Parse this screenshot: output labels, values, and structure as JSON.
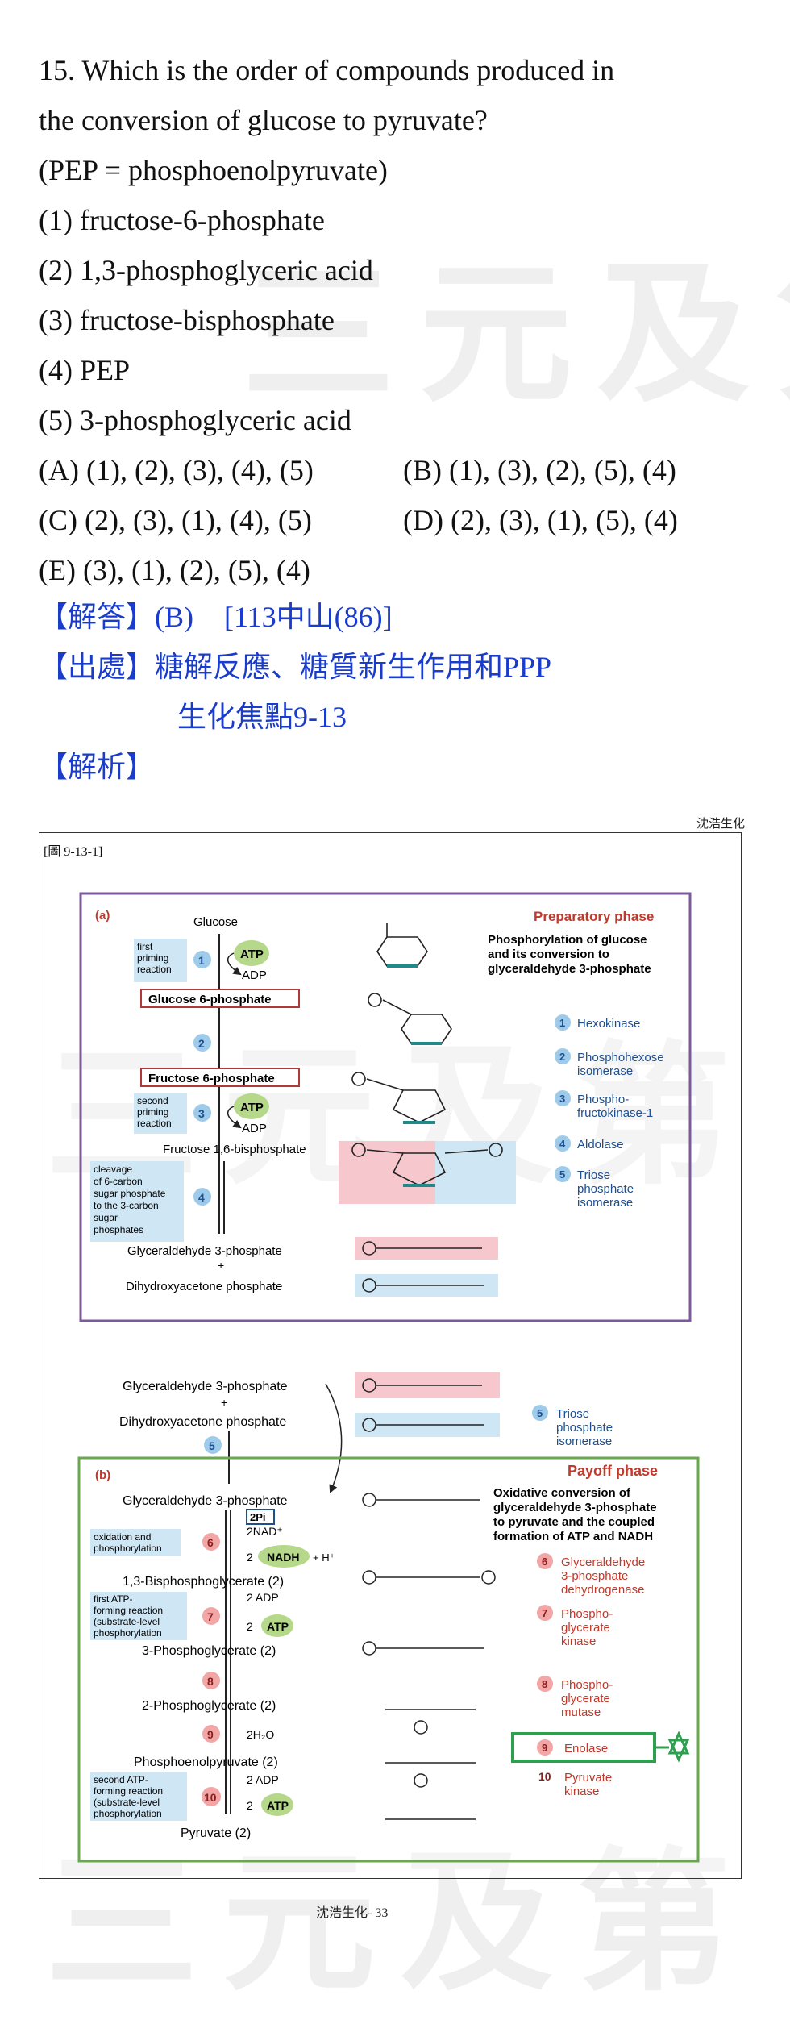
{
  "question": {
    "stem_line1": "15. Which is the order of compounds produced in",
    "stem_line2": "the conversion of glucose to pyruvate?",
    "note": "(PEP = phosphoenolpyruvate)",
    "items": [
      "(1) fructose-6-phosphate",
      "(2) 1,3-phosphoglyceric acid",
      "(3) fructose-bisphosphate",
      "(4) PEP",
      "(5) 3-phosphoglyceric acid"
    ],
    "choices": {
      "A": "(A) (1), (2), (3), (4), (5)",
      "B": "(B) (1), (3), (2), (5), (4)",
      "C": "(C) (2), (3), (1), (4), (5)",
      "D": "(D) (2), (3), (1), (5), (4)",
      "E": "(E) (3), (1), (2), (5), (4)"
    }
  },
  "answer": {
    "answer_label": "【解答】",
    "answer_value": "(B)",
    "exam_ref": "[113中山(86)]",
    "source_label": "【出處】",
    "source_text": "糖解反應、糖質新生作用和PPP",
    "source_text2": "生化焦點9-13",
    "analysis_label": "【解析】"
  },
  "watermark": "三元及第",
  "figure": {
    "credit": "沈浩生化",
    "label": "[圖 9-13-1]",
    "footer": "沈浩生化- 33",
    "panel_a": {
      "tag": "(a)",
      "phase": "Preparatory phase",
      "desc": [
        "Phosphorylation of glucose",
        "and its conversion to",
        "glyceraldehyde 3-phosphate"
      ],
      "glucose": "Glucose",
      "g6p": "Glucose 6-phosphate",
      "f6p": "Fructose 6-phosphate",
      "f16bp": "Fructose 1,6-bisphosphate",
      "gap": "Glyceraldehyde 3-phosphate",
      "plus": "+",
      "dhap": "Dihydroxyacetone phosphate",
      "atp": "ATP",
      "adp": "ADP",
      "first_priming": [
        "first",
        "priming",
        "reaction"
      ],
      "second_priming": [
        "second",
        "priming",
        "reaction"
      ],
      "cleavage": [
        "cleavage",
        "of 6-carbon",
        "sugar phosphate",
        "to the 3-carbon",
        "sugar",
        "phosphates"
      ],
      "enzymes": [
        {
          "n": "1",
          "name": [
            "Hexokinase"
          ]
        },
        {
          "n": "2",
          "name": [
            "Phosphohexose",
            "isomerase"
          ]
        },
        {
          "n": "3",
          "name": [
            "Phospho-",
            "fructokinase-1"
          ]
        },
        {
          "n": "4",
          "name": [
            "Aldolase"
          ]
        },
        {
          "n": "5",
          "name": [
            "Triose",
            "phosphate",
            "isomerase"
          ]
        }
      ]
    },
    "panel_b": {
      "tag": "(b)",
      "phase": "Payoff phase",
      "desc": [
        "Oxidative conversion of",
        "glyceraldehyde 3-phosphate",
        "to pyruvate and the coupled",
        "formation of ATP and NADH"
      ],
      "top_gap": "Glyceraldehyde 3-phosphate",
      "top_plus": "+",
      "top_dhap": "Dihydroxyacetone phosphate",
      "tpi": [
        "Triose",
        "phosphate",
        "isomerase"
      ],
      "gap": "Glyceraldehyde 3-phosphate",
      "bpg": "1,3-Bisphosphoglycerate (2)",
      "pg3": "3-Phosphoglycerate (2)",
      "pg2": "2-Phosphoglycerate (2)",
      "pep": "Phosphoenolpyruvate (2)",
      "pyr": "Pyruvate (2)",
      "pi": "2Pi",
      "nad": "2NAD⁺",
      "nadh": "NADH",
      "hplus": "+ H⁺",
      "two": "2",
      "adp2": "2 ADP",
      "atp": "ATP",
      "h2o": "2H₂O",
      "oxid": [
        "oxidation and",
        "phosphorylation"
      ],
      "first_atp": [
        "first ATP-",
        "forming reaction",
        "(substrate-level",
        "phosphorylation"
      ],
      "second_atp": [
        "second ATP-",
        "forming reaction",
        "(substrate-level",
        "phosphorylation"
      ],
      "enzymes": [
        {
          "n": "6",
          "name": [
            "Glyceraldehyde",
            "3-phosphate",
            "dehydrogenase"
          ]
        },
        {
          "n": "7",
          "name": [
            "Phospho-",
            "glycerate",
            "kinase"
          ]
        },
        {
          "n": "8",
          "name": [
            "Phospho-",
            "glycerate",
            "mutase"
          ]
        },
        {
          "n": "9",
          "name": [
            "Enolase"
          ]
        },
        {
          "n": "10",
          "name": [
            "Pyruvate",
            "kinase"
          ]
        }
      ]
    }
  }
}
